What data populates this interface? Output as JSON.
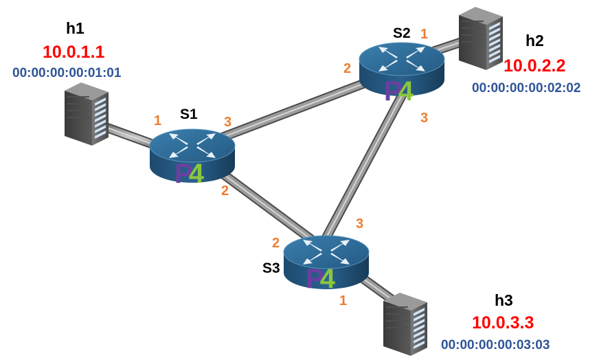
{
  "hosts": {
    "h1": {
      "name": "h1",
      "ip": "10.0.1.1",
      "mac": "00:00:00:00:01:01"
    },
    "h2": {
      "name": "h2",
      "ip": "10.0.2.2",
      "mac": "00:00:00:00:02:02"
    },
    "h3": {
      "name": "h3",
      "ip": "10.0.3.3",
      "mac": "00:00:00:00:03:03"
    }
  },
  "switches": {
    "s1": {
      "name": "S1",
      "ports": {
        "p1": "1",
        "p2": "2",
        "p3": "3"
      }
    },
    "s2": {
      "name": "S2",
      "ports": {
        "p1": "1",
        "p2": "2",
        "p3": "3"
      }
    },
    "s3": {
      "name": "S3",
      "ports": {
        "p1": "1",
        "p2": "2",
        "p3": "3"
      }
    }
  },
  "logo_text": "P4",
  "colors": {
    "ip": "#ff0000",
    "mac": "#2f5597",
    "port": "#ed7d31",
    "switch_top": "#2e6a93",
    "switch_side": "#1f4f75",
    "p4_purple": "#6b3fa0",
    "p4_green": "#8cc63f",
    "link": "#8a8a8a"
  }
}
